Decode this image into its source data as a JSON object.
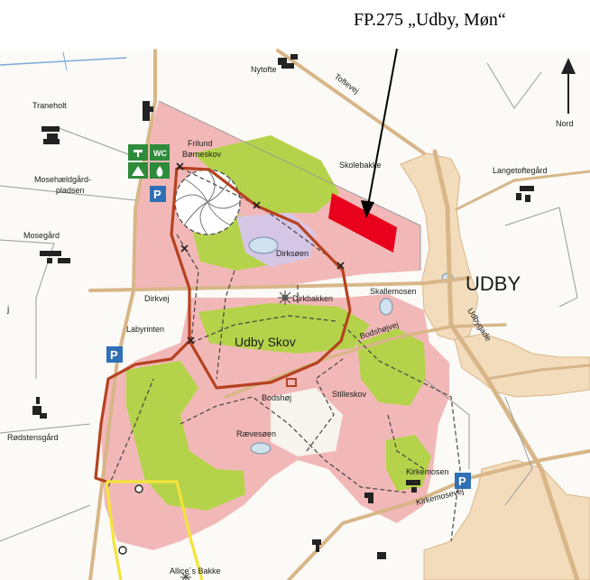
{
  "annotation": {
    "title": "FP.275 „Udby, Møn“"
  },
  "compass": {
    "label": "Nord"
  },
  "town": {
    "label": "UDBY"
  },
  "places": {
    "nytofte": "Nytofte",
    "toftevej": "Toftevej",
    "traneholt": "Traneholt",
    "frilund": "Frilund",
    "borneskov": "Børneskov",
    "skolebakke": "Skolebakke",
    "langetoftegard": "Langetoftegård",
    "mosehaeldgard1": "Mosehældgård-",
    "mosehaeldgard2": "pladsen",
    "mosegard": "Mosegård",
    "dirksoen": "Dirksøen",
    "dirkvej": "Dirkvej",
    "dirkbakken": "Dirkbakken",
    "skallemosen": "Skallemosen",
    "labyrinten": "Labyrinten",
    "udbyskov": "Udby Skov",
    "bodshojvej": "Bodshøjvej",
    "udbygade": "Udbygade",
    "bodshoj": "Bodshøj",
    "stilleskov": "Stilleskov",
    "raevesoen": "Rævesøen",
    "rodstensgard": "Rødstensgård",
    "kirkemosen": "Kirkemosen",
    "kirkemosevej": "Kirkemosevej",
    "allicesbakke": "Allice´s Bakke",
    "edge_j": "j"
  },
  "signs": {
    "parking": "P",
    "wc": "WC"
  },
  "colors": {
    "forest_pink": "#f2b8b8",
    "meadow_green": "#b5d34a",
    "lilac": "#d6c6e6",
    "road_tan": "#d8b688",
    "village": "#f3dcbc",
    "trail_red": "#b5421f",
    "trail_yellow": "#f3e43a",
    "highlight": "#e8001c",
    "lake": "#cfe2ee",
    "parking_blue": "#2f6fb5",
    "facility_green": "#2e8b3a"
  }
}
